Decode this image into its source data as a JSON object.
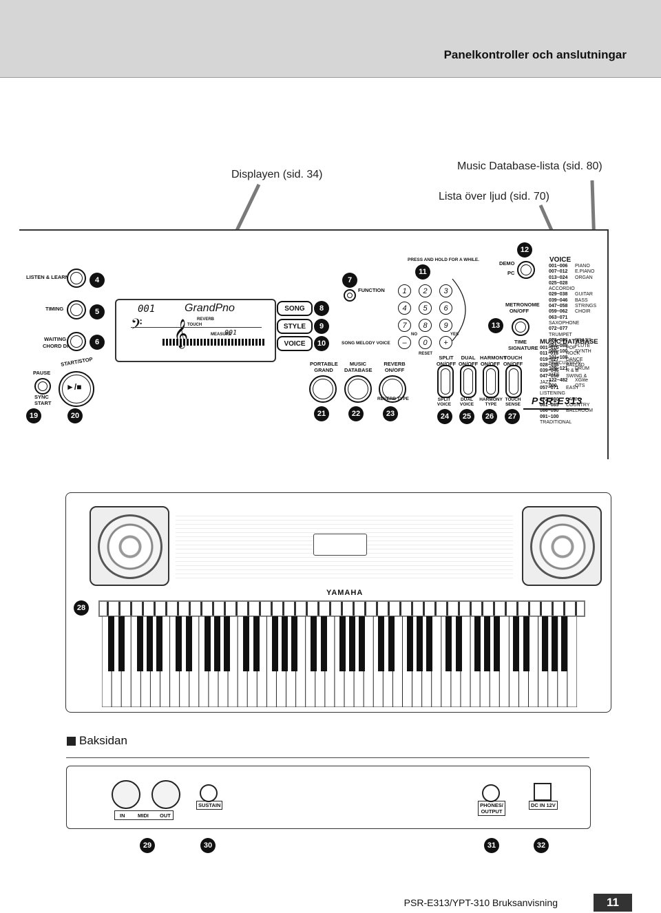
{
  "header": {
    "title": "Panelkontroller och anslutningar"
  },
  "callouts": {
    "display": "Displayen (sid. 34)",
    "music_db": "Music Database-lista (sid. 80)",
    "voice_list": "Lista över ljud (sid. 70)"
  },
  "panel": {
    "left_labels": {
      "listen_learn": "LISTEN & LEARN",
      "timing": "TIMING",
      "waiting": "WAITING",
      "chord_dict": "CHORD DICT.",
      "pause": "PAUSE",
      "sync_start": "SYNC START",
      "start_stop": "START/STOP",
      "play_stop_glyph": "►/■"
    },
    "lcd": {
      "number": "001",
      "name": "GrandPno",
      "reverb": "REVERB",
      "touch": "TOUCH",
      "measure_label": "MEASURE",
      "measure_value": "001"
    },
    "mode_buttons": {
      "song": "SONG",
      "style": "STYLE",
      "voice": "VOICE"
    },
    "center_labels": {
      "function": "FUNCTION",
      "song_melody_voice": "SONG MELODY VOICE",
      "portable_grand": "PORTABLE GRAND",
      "music_database": "MUSIC DATABASE",
      "reverb_onoff": "REVERB ON/OFF",
      "reverb_type": "REVERB TYPE",
      "press_hold": "PRESS AND HOLD FOR A WHILE."
    },
    "numpad": {
      "keys": [
        "1",
        "2",
        "3",
        "4",
        "5",
        "6",
        "7",
        "8",
        "9",
        "–",
        "0",
        "+"
      ],
      "no": "NO",
      "yes": "YES",
      "reset": "RESET"
    },
    "right_labels": {
      "demo": "DEMO",
      "pc": "PC",
      "metronome": "METRONOME ON/OFF",
      "time_signature": "TIME SIGNATURE",
      "split": "SPLIT ON/OFF",
      "dual": "DUAL ON/OFF",
      "harmony": "HARMONY ON/OFF",
      "touch": "TOUCH ON/OFF",
      "split_voice": "SPLIT VOICE",
      "dual_voice": "DUAL VOICE",
      "harmony_type": "HARMONY TYPE",
      "touch_sense": "TOUCH SENSE",
      "model": "PSR-E313"
    },
    "voice_list": {
      "title": "VOICE",
      "items": [
        [
          "001~006",
          "PIANO"
        ],
        [
          "007~012",
          "E.PIANO"
        ],
        [
          "013~024",
          "ORGAN"
        ],
        [
          "025~028",
          "ACCORDIO"
        ],
        [
          "029~038",
          "GUITAR"
        ],
        [
          "039~046",
          "BASS"
        ],
        [
          "047~058",
          "STRINGS"
        ],
        [
          "059~062",
          "CHOIR"
        ],
        [
          "063~071",
          "SAXOPHONE"
        ],
        [
          "072~077",
          "TRUMPET"
        ],
        [
          "078~083",
          "BRASS"
        ],
        [
          "084~088",
          "FLUTE"
        ],
        [
          "089~100",
          "SYNTH"
        ],
        [
          "101~108",
          "PERCUSSION"
        ],
        [
          "109~121",
          "DRUM KITS"
        ],
        [
          "122~482",
          "XGlite"
        ],
        [
          "000",
          "OTS"
        ]
      ]
    },
    "music_db_list": {
      "title": "MUSIC DATABASE",
      "items": [
        [
          "001~010",
          "POP"
        ],
        [
          "011~018",
          "ROCK"
        ],
        [
          "019~027",
          "DANCE"
        ],
        [
          "028~038",
          "BALLAD"
        ],
        [
          "039~046",
          "R & B"
        ],
        [
          "047~056",
          "SWING & JAZZ"
        ],
        [
          "057~071",
          "EASY LISTENING"
        ],
        [
          "072~080",
          "LATIN"
        ],
        [
          "081~085",
          "COUNTRY"
        ],
        [
          "086~090",
          "BALLROOM"
        ],
        [
          "091~100",
          "TRADITIONAL"
        ]
      ]
    },
    "badges": {
      "n4": "4",
      "n5": "5",
      "n6": "6",
      "n7": "7",
      "n8": "8",
      "n9": "9",
      "n10": "10",
      "n11": "11",
      "n12": "12",
      "n13": "13",
      "n19": "19",
      "n20": "20",
      "n21": "21",
      "n22": "22",
      "n23": "23",
      "n24": "24",
      "n25": "25",
      "n26": "26",
      "n27": "27"
    }
  },
  "keyboard": {
    "brand": "YAMAHA",
    "badge": "28"
  },
  "rear": {
    "title": "Baksidan",
    "labels": {
      "midi_in": "IN",
      "midi": "MIDI",
      "midi_out": "OUT",
      "sustain": "SUSTAIN",
      "phones": "PHONES/ OUTPUT",
      "dc_in": "DC IN 12V"
    },
    "badges": {
      "n29": "29",
      "n30": "30",
      "n31": "31",
      "n32": "32"
    }
  },
  "footer": {
    "text": "PSR-E313/YPT-310  Bruksanvisning",
    "page": "11"
  }
}
